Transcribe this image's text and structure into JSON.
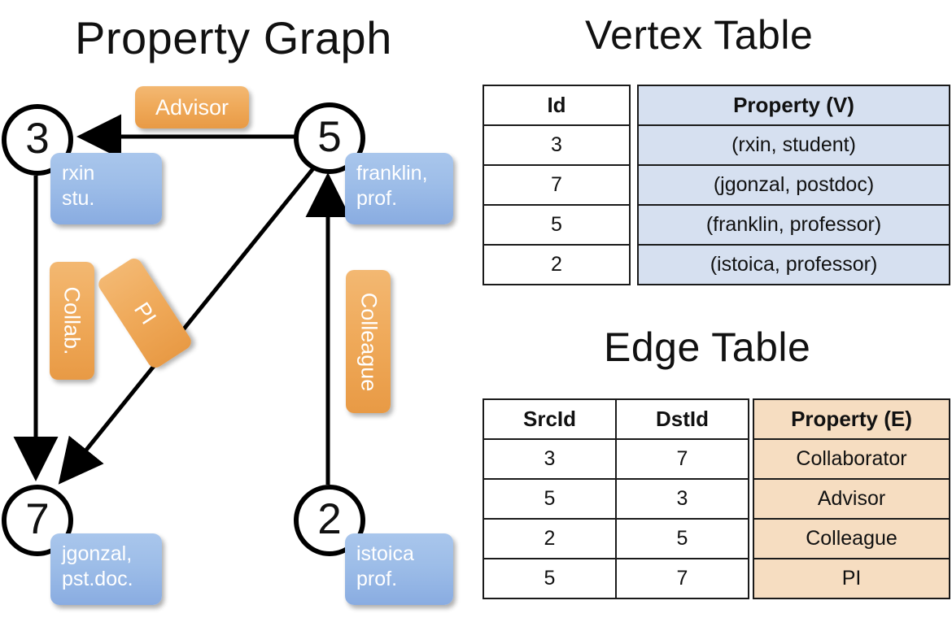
{
  "titles": {
    "graph": "Property Graph",
    "vertex_table": "Vertex Table",
    "edge_table": "Edge Table"
  },
  "graph": {
    "nodes": [
      {
        "id": "3",
        "property": "rxin\nstu."
      },
      {
        "id": "5",
        "property": "franklin,\nprof."
      },
      {
        "id": "7",
        "property": "jgonzal,\npst.doc."
      },
      {
        "id": "2",
        "property": "istoica\nprof."
      }
    ],
    "node_labels": {
      "n3": "3",
      "n5": "5",
      "n7": "7",
      "n2": "2"
    },
    "property_boxes": {
      "rxin_l1": "rxin",
      "rxin_l2": "stu.",
      "franklin_l1": "franklin,",
      "franklin_l2": "prof.",
      "jgonzal_l1": "jgonzal,",
      "jgonzal_l2": "pst.doc.",
      "istoica_l1": "istoica",
      "istoica_l2": "prof."
    },
    "edge_labels": {
      "advisor": "Advisor",
      "collab": "Collab.",
      "pi": "PI",
      "colleague": "Colleague"
    },
    "edges": [
      {
        "src": "5",
        "dst": "3",
        "label": "Advisor"
      },
      {
        "src": "3",
        "dst": "7",
        "label": "Collab."
      },
      {
        "src": "5",
        "dst": "7",
        "label": "PI"
      },
      {
        "src": "2",
        "dst": "5",
        "label": "Colleague"
      }
    ]
  },
  "vertex_table": {
    "headers": [
      "Id",
      "Property (V)"
    ],
    "rows": [
      {
        "id": "3",
        "property": "(rxin, student)"
      },
      {
        "id": "7",
        "property": "(jgonzal, postdoc)"
      },
      {
        "id": "5",
        "property": "(franklin, professor)"
      },
      {
        "id": "2",
        "property": "(istoica, professor)"
      }
    ]
  },
  "edge_table": {
    "headers": [
      "SrcId",
      "DstId",
      "Property (E)"
    ],
    "rows": [
      {
        "src": "3",
        "dst": "7",
        "property": "Collaborator"
      },
      {
        "src": "5",
        "dst": "3",
        "property": "Advisor"
      },
      {
        "src": "2",
        "dst": "5",
        "property": "Colleague"
      },
      {
        "src": "5",
        "dst": "7",
        "property": "PI"
      }
    ]
  },
  "colors": {
    "vertex_property_fill": "#d6e0f0",
    "edge_property_fill": "#f6ddc1",
    "node_box_blue": "#9dbde8",
    "edge_label_orange": "#efa959",
    "stroke": "#1a1a1a"
  }
}
